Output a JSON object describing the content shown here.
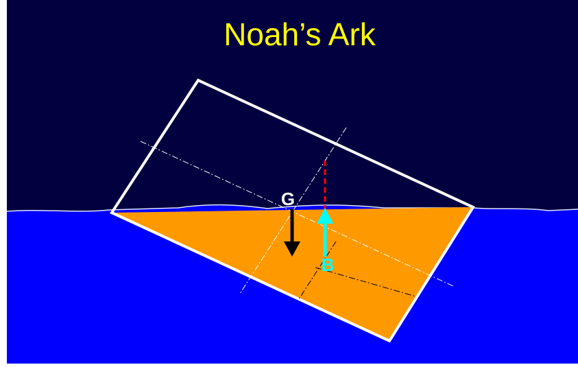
{
  "title": "Noah’s Ark",
  "labels": {
    "gravity": "G",
    "buoyancy": "B"
  },
  "colors": {
    "sky": "#02003f",
    "water": "#0000ff",
    "submerged_hull": "#ff9900",
    "outline": "#ffffff",
    "title": "#ffff00",
    "gravity_arrow": "#000000",
    "buoyancy_arrow": "#00ffff",
    "dashed_vertical": "#ff0000",
    "centerline": "#ffffff"
  },
  "icons": {
    "gravity": "down-arrow-icon",
    "buoyancy": "up-arrow-icon"
  }
}
